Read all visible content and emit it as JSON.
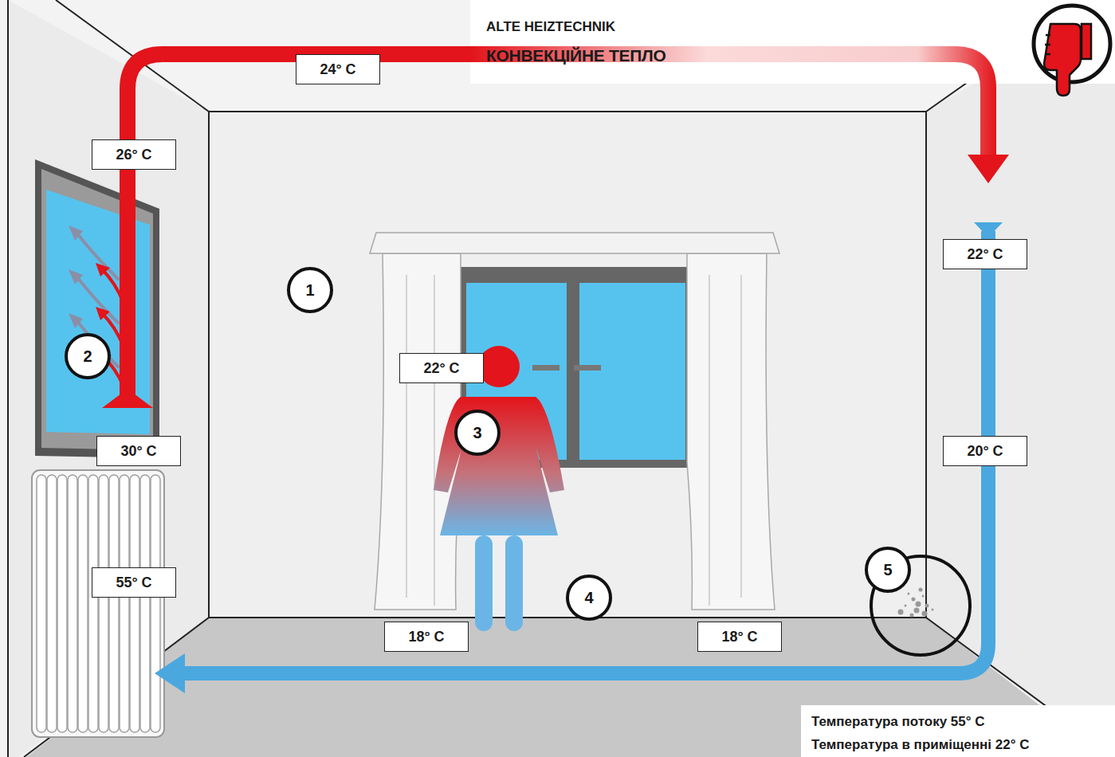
{
  "diagram": {
    "title": "КОНВЕКЦІЙНЕ ТЕПЛО",
    "nodes": [
      {
        "text": [
          "24° C"
        ]
      },
      {
        "text": [
          "26° C"
        ]
      },
      {
        "text": [
          "22° C"
        ]
      },
      {
        "text": [
          "1"
        ]
      },
      {
        "text": [
          "2"
        ]
      },
      {
        "text": [
          "22° C"
        ]
      },
      {
        "text": [
          "3"
        ]
      },
      {
        "text": [
          "30° C"
        ]
      },
      {
        "text": [
          "20° C"
        ]
      },
      {
        "text": [
          "5"
        ]
      },
      {
        "text": [
          "55° C"
        ]
      },
      {
        "text": [
          "4"
        ]
      },
      {
        "text": [
          "18° C"
        ]
      },
      {
        "text": [
          "18° C"
        ]
      }
    ],
    "labels": [
      "ALTE HEIZTECHNIK",
      "Температура потоку 55° C",
      "Температура в приміщенні 22° C"
    ]
  }
}
